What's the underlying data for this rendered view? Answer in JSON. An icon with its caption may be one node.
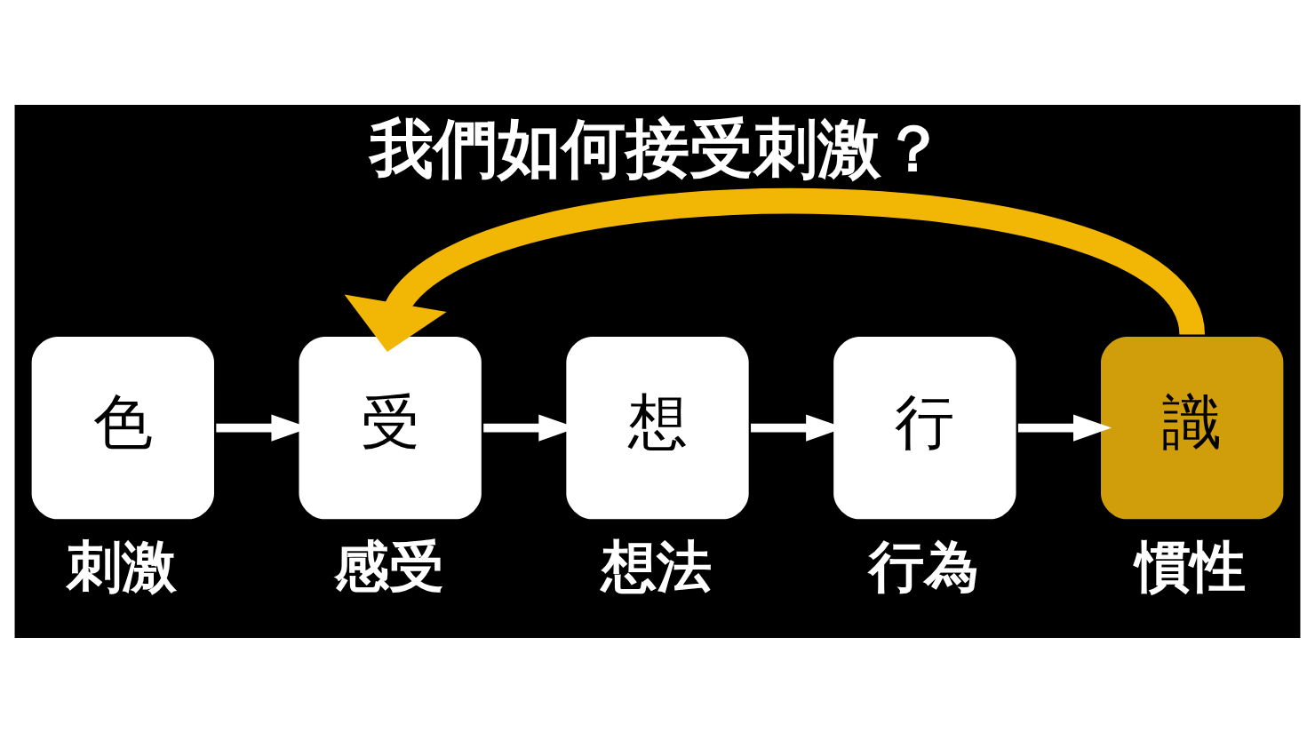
{
  "diagram": {
    "title": "我們如何接受刺激？",
    "nodes": [
      {
        "text": [
          "色"
        ],
        "beside": [
          "刺激"
        ]
      },
      {
        "text": [
          "受"
        ],
        "beside": [
          "感受"
        ]
      },
      {
        "text": [
          "想"
        ],
        "beside": [
          "想法"
        ]
      },
      {
        "text": [
          "行"
        ],
        "beside": [
          "行為"
        ]
      },
      {
        "text": [
          "識"
        ],
        "beside": [
          "慣性"
        ]
      }
    ],
    "edges": [
      {
        "from": 0,
        "to": 1,
        "arrow": "to"
      },
      {
        "from": 1,
        "to": 2,
        "arrow": "to"
      },
      {
        "from": 2,
        "to": 3,
        "arrow": "to"
      },
      {
        "from": 3,
        "to": 4,
        "arrow": "to"
      },
      {
        "from": 4,
        "to": 1,
        "arrow": "to",
        "style": "thick",
        "color": "#f2b705"
      }
    ]
  }
}
